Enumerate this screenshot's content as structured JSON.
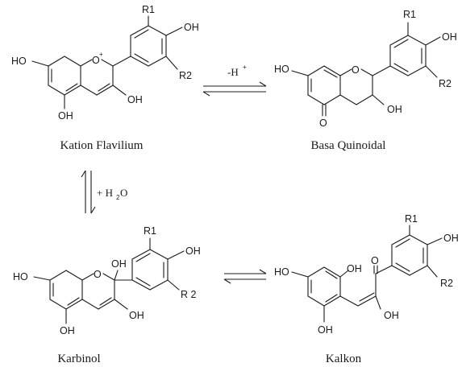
{
  "molecules": {
    "flavylium": {
      "caption": "Kation Flavilium",
      "r1": "R1",
      "r2": "R2",
      "oh_ring_a7": "HO",
      "oh_ring_a5": "OH",
      "oh_ring_c3": "OH",
      "oh_ring_b4": "OH",
      "ring_o": "O",
      "ring_o_charge": "+"
    },
    "quinoidal": {
      "caption": "Basa Quinoidal",
      "r1": "R1",
      "r2": "R2",
      "oh_ring_a7": "HO",
      "oh_ring_c3": "OH",
      "oh_ring_b4": "OH",
      "ring_o": "O",
      "carbonyl_o": "O"
    },
    "carbinol": {
      "caption": "Karbinol",
      "r1": "R1",
      "r2": "R 2",
      "oh_ring_a7": "HO",
      "oh_ring_a5": "OH",
      "oh_ring_c3": "OH",
      "oh_ring_b4": "OH",
      "oh_c2": "OH",
      "ring_o": "O"
    },
    "chalcone": {
      "caption": "Kalkon",
      "r1": "R1",
      "r2": "R2",
      "oh_left": "HO",
      "oh_top": "OH",
      "oh_bottom": "OH",
      "oh_alkene": "OH",
      "oh_b4": "OH",
      "carbonyl_o": "O"
    }
  },
  "reactions": {
    "deprotonation": {
      "label": "-H",
      "superscript": "+"
    },
    "hydration": {
      "label_pre": "+ H",
      "subscript": "2",
      "label_post": "O"
    }
  }
}
